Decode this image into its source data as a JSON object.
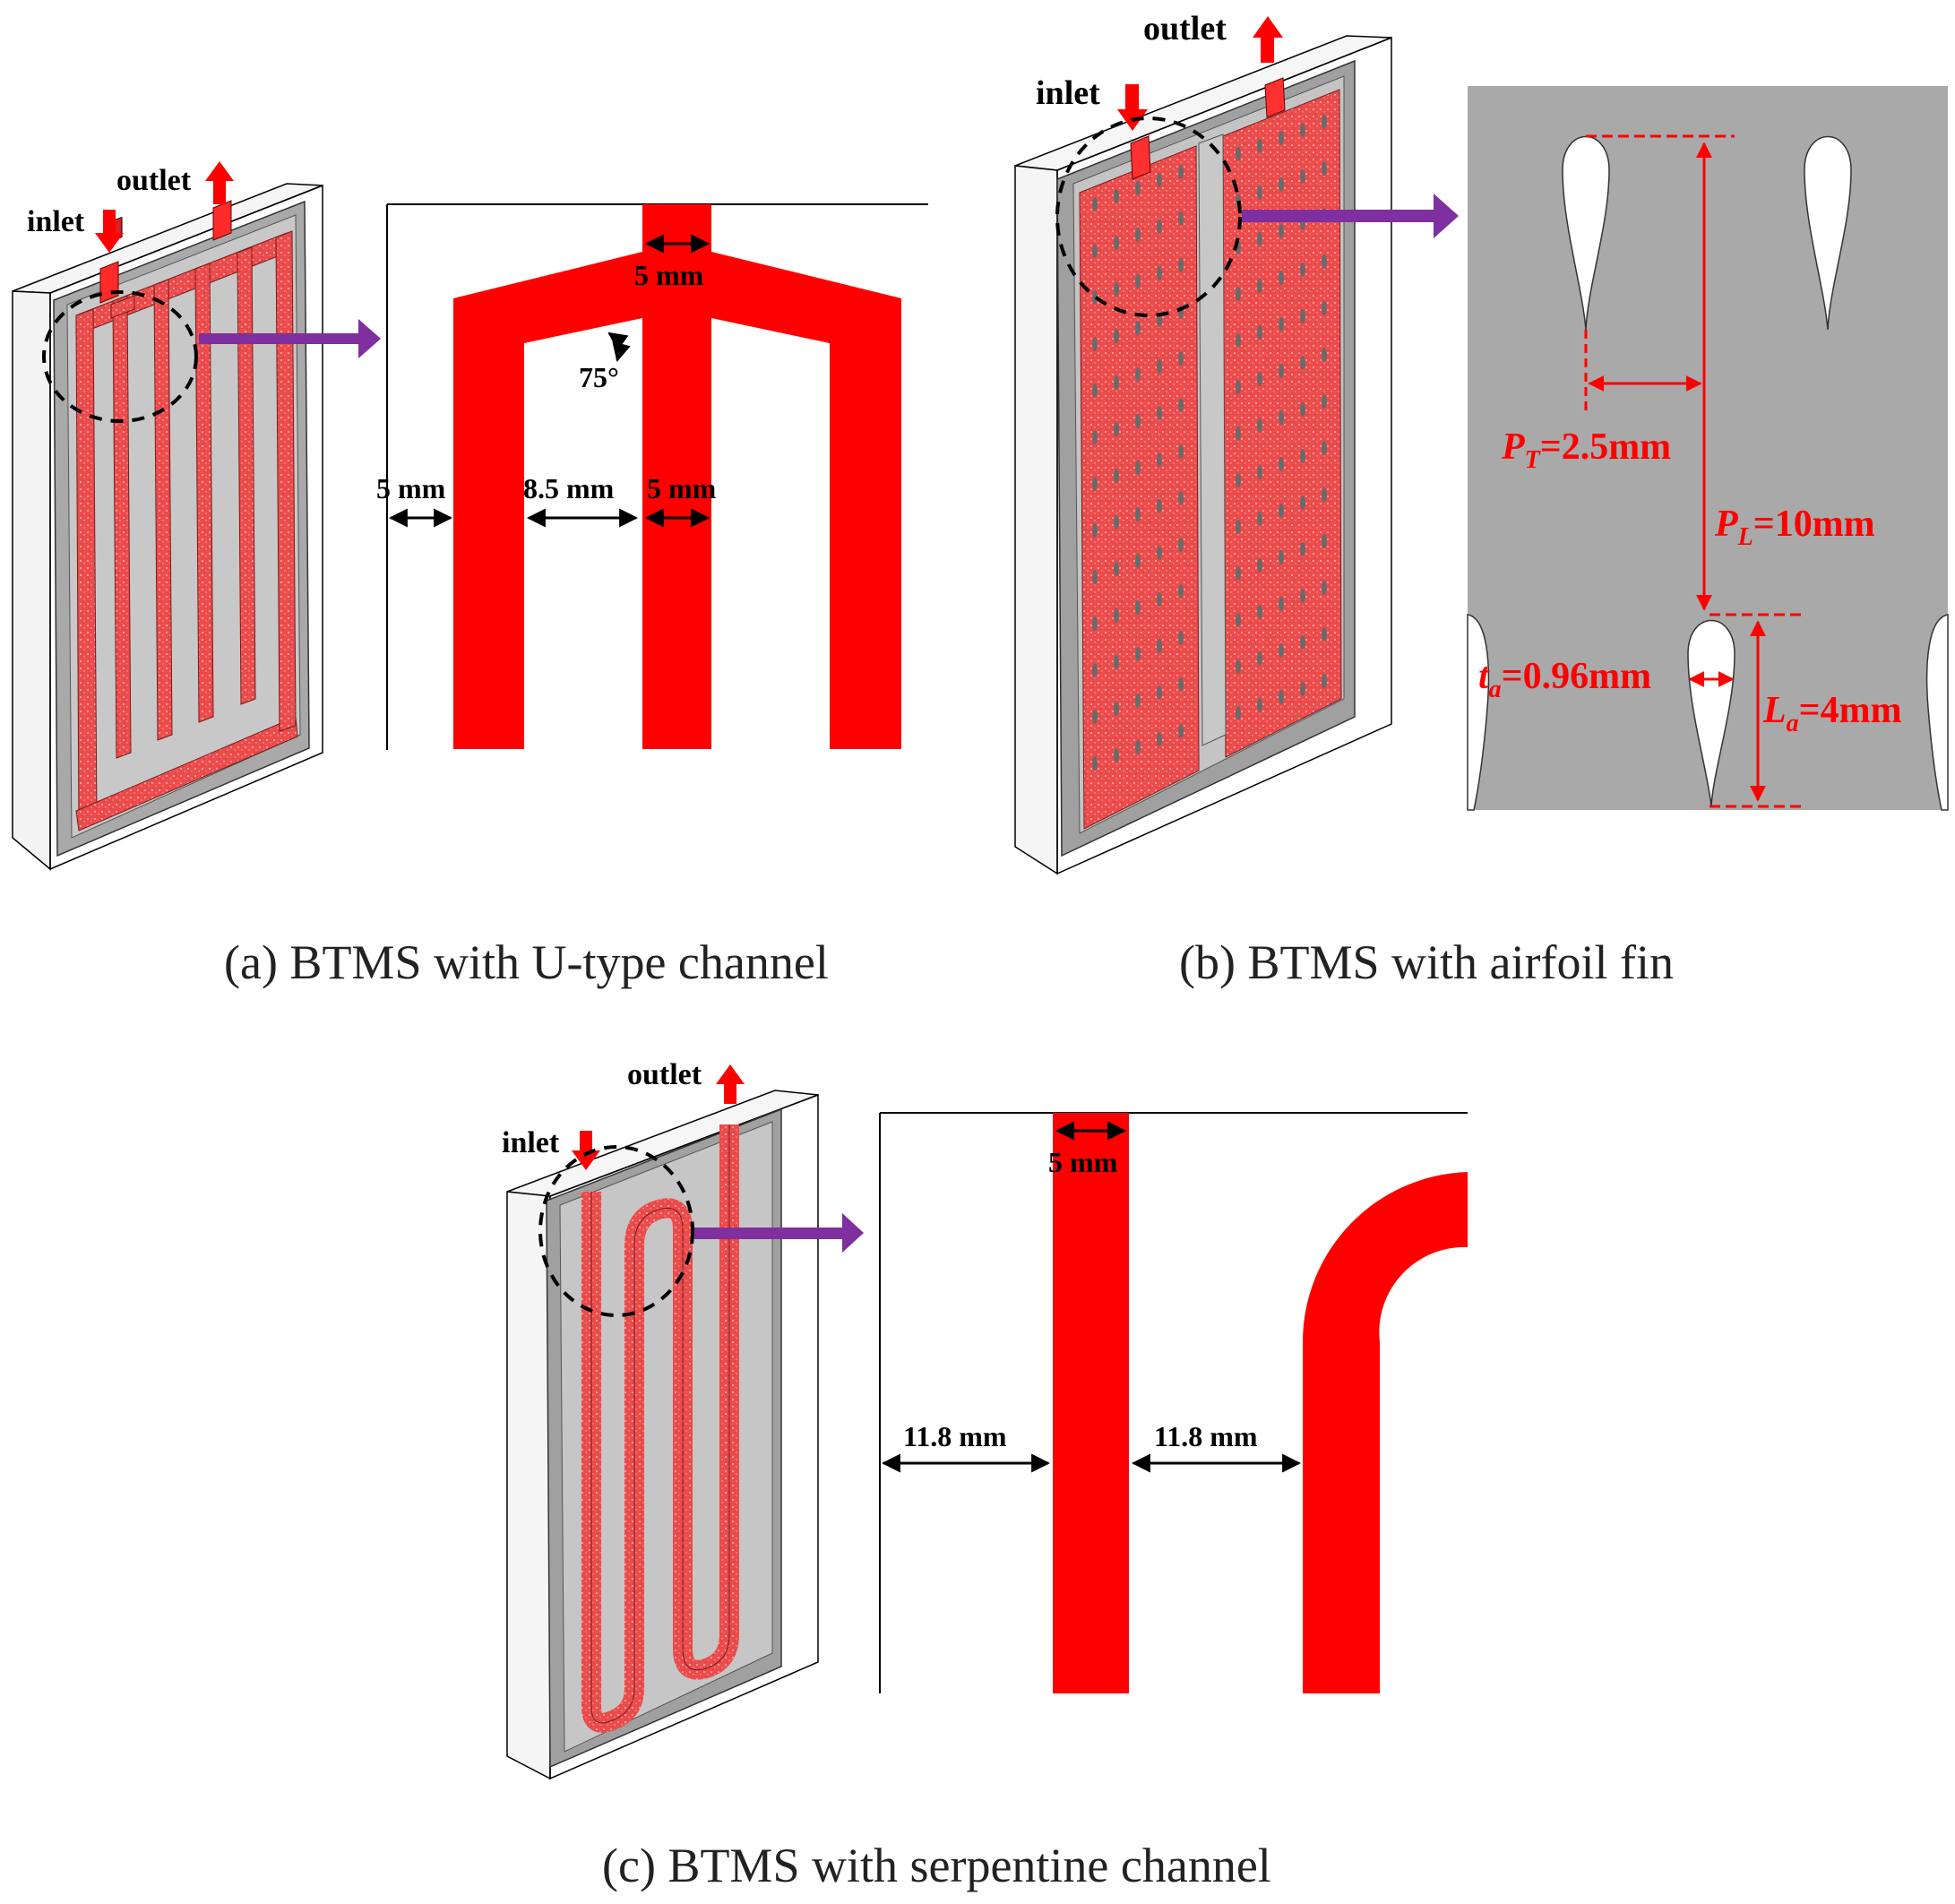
{
  "colors": {
    "channel_red": "#ff0000",
    "speckle_red": "#ee5a5a",
    "plate_gray": "#bdbdbd",
    "fin_panel_gray": "#a6a6a6",
    "arrow_purple": "#7f2f9f"
  },
  "panel_a": {
    "inlet": "inlet",
    "outlet": "outlet",
    "dim_top": "5 mm",
    "angle": "75°",
    "dim_left": "5 mm",
    "dim_gap": "8.5 mm",
    "dim_center": "5 mm",
    "caption": "(a) BTMS with U-type channel"
  },
  "panel_b": {
    "inlet": "inlet",
    "outlet": "outlet",
    "pt_symbol": "P",
    "pt_sub": "T",
    "pt_value": "=2.5mm",
    "pl_symbol": "P",
    "pl_sub": "L",
    "pl_value": "=10mm",
    "ta_symbol": "t",
    "ta_sub": "a",
    "ta_value": "=0.96mm",
    "la_symbol": "L",
    "la_sub": "a",
    "la_value": "=4mm",
    "caption": "(b) BTMS with airfoil fin"
  },
  "panel_c": {
    "inlet": "inlet",
    "outlet": "outlet",
    "dim_top": "5 mm",
    "dim_left": "11.8 mm",
    "dim_right": "11.8 mm",
    "caption": "(c) BTMS with serpentine channel"
  }
}
